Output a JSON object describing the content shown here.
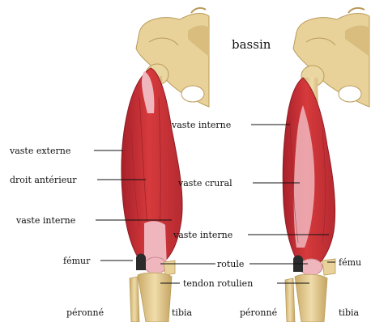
{
  "figure": {
    "title": "bassin",
    "left_panel": {
      "labels": {
        "vaste_externe": "vaste externe",
        "droit_anterieur": "droit antérieur",
        "vaste_interne": "vaste interne",
        "femur": "fémur",
        "perone": "péronné",
        "tibia": "tibia"
      }
    },
    "right_panel": {
      "labels": {
        "vaste_interne_top": "vaste interne",
        "vaste_crural": "vaste crural",
        "vaste_interne_bottom": "vaste interne",
        "rotule": "rotule",
        "tendon_rotulien": "tendon rotulien",
        "femur": "fému",
        "perone": "péronné",
        "tibia": "tibia"
      }
    },
    "colors": {
      "muscle": "#d63a3c",
      "muscle_dark": "#a8202a",
      "tendon": "#f0b6bd",
      "bone": "#e9d29a",
      "bone_shadow": "#b99b5a",
      "leader": "#111111"
    }
  }
}
